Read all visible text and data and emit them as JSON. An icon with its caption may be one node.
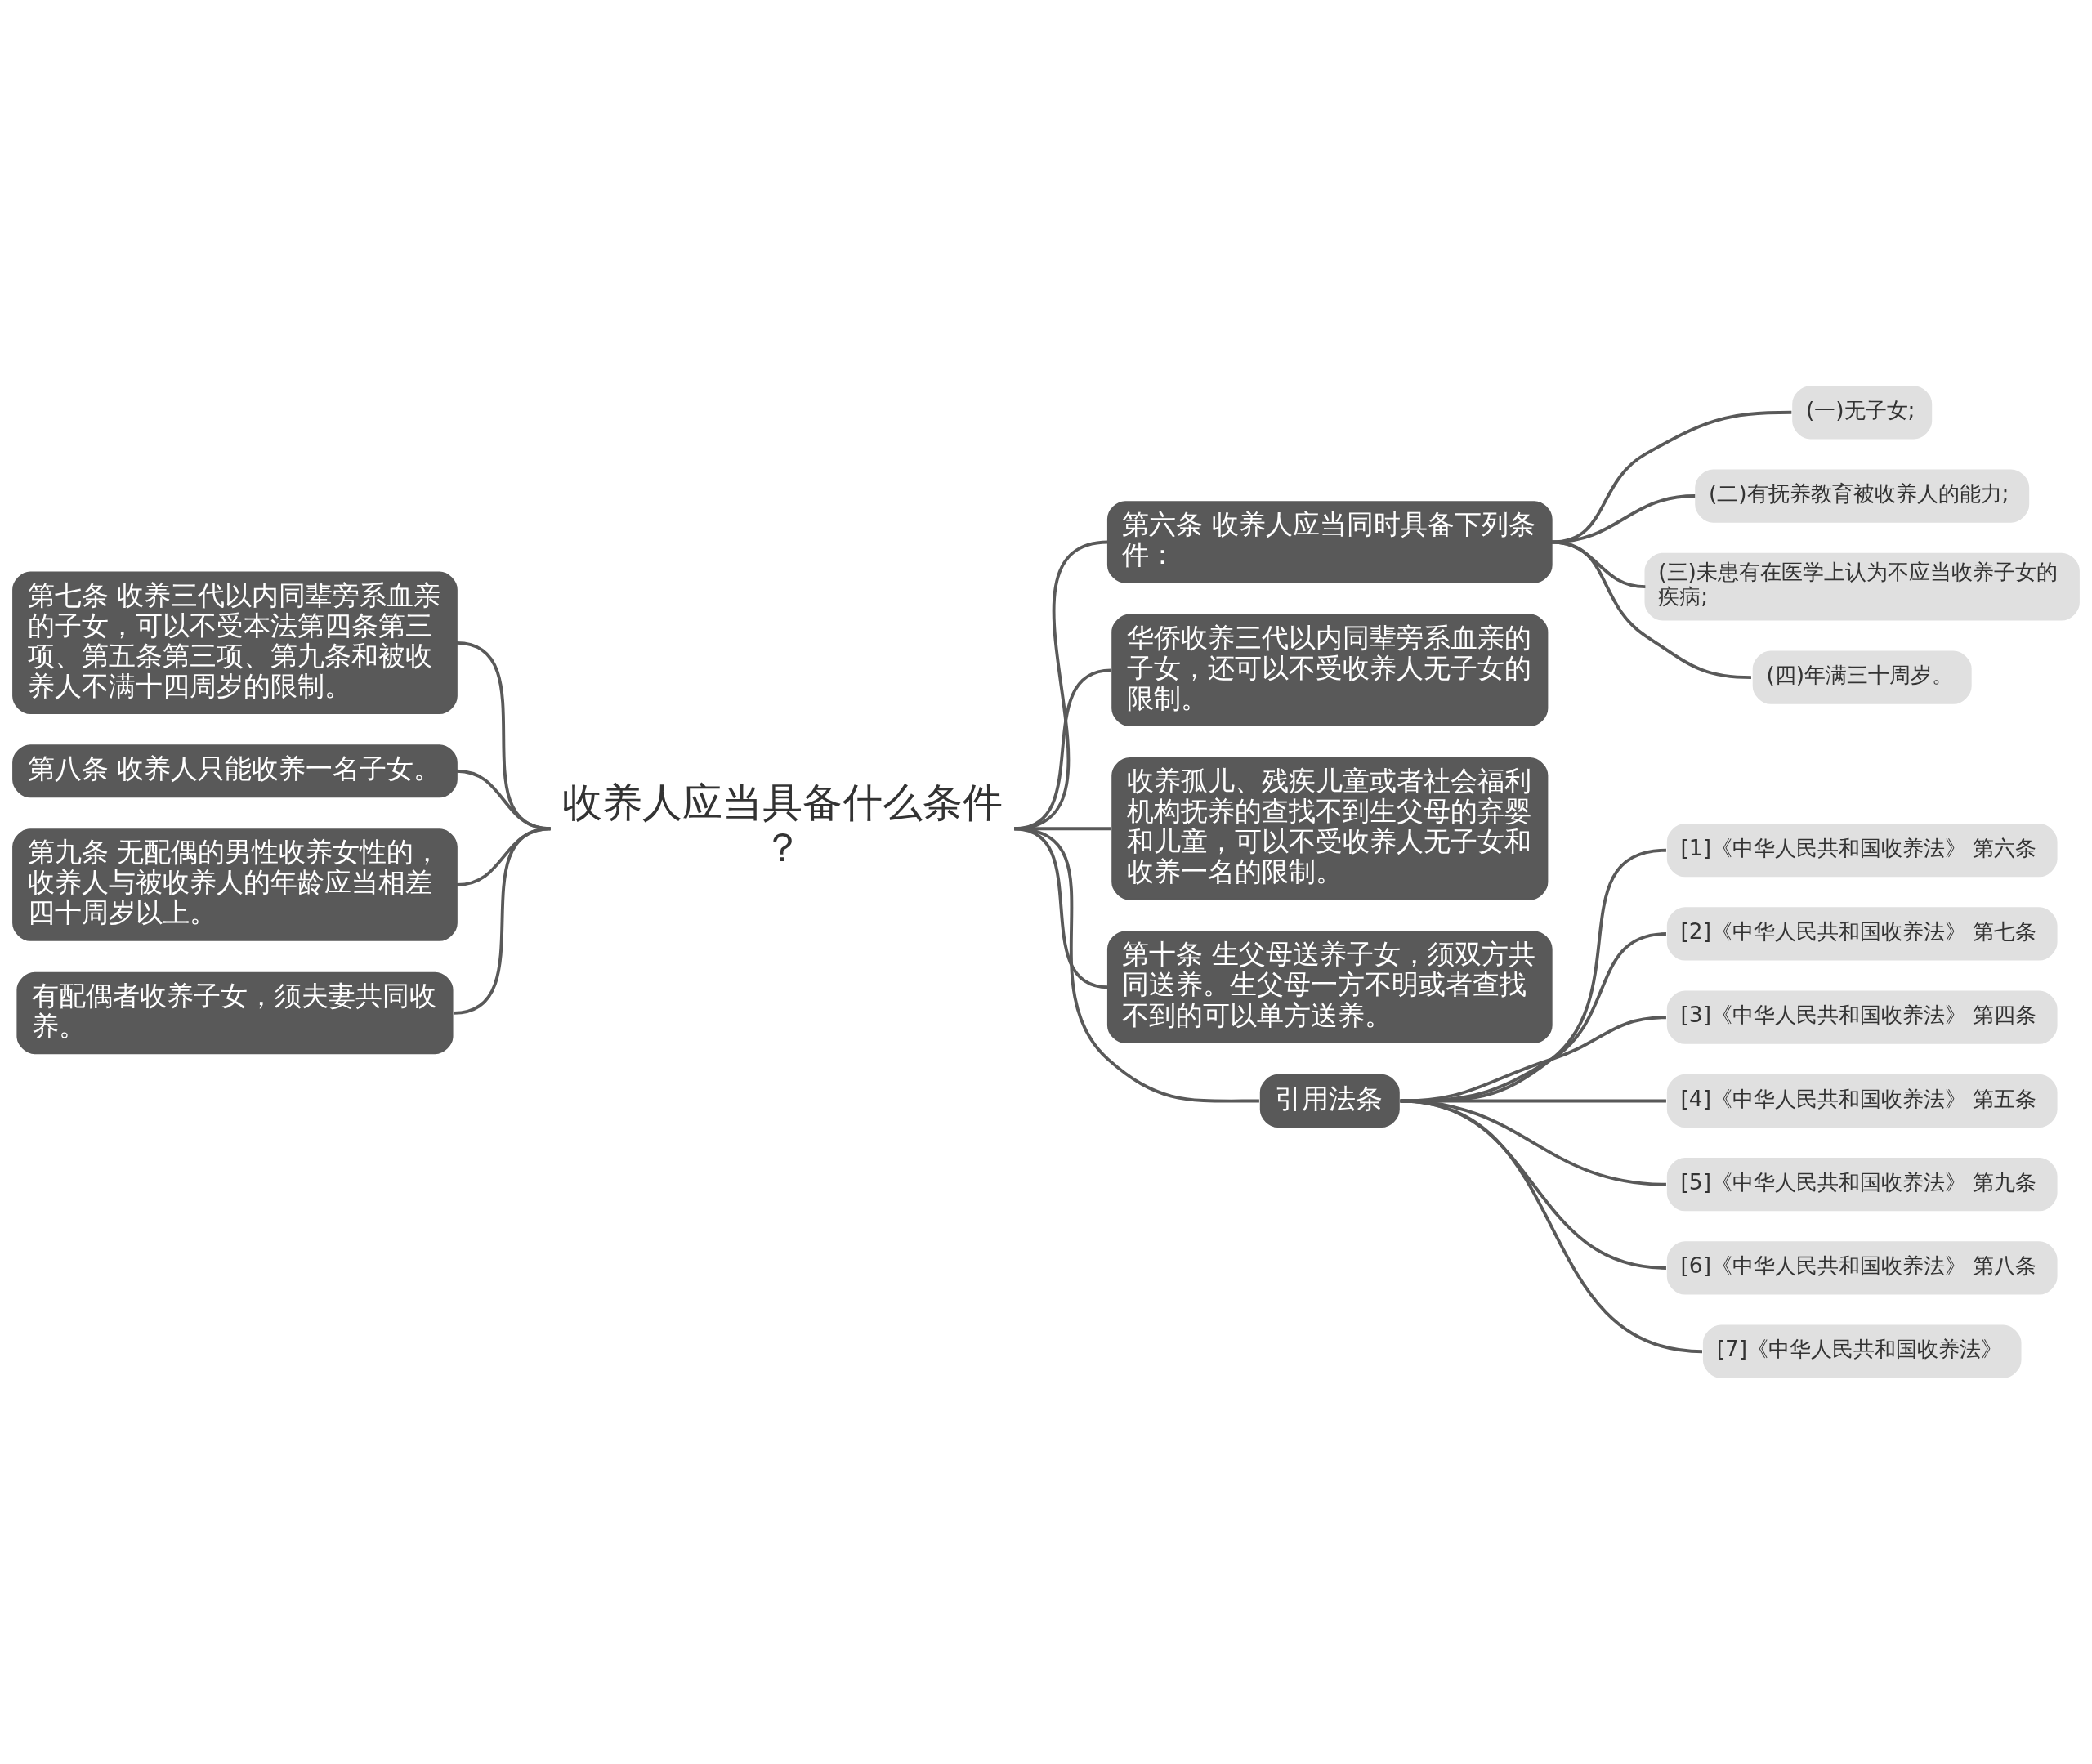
{
  "diagram": {
    "nodes": [
      {
        "text": [
          "收养人应当具备什么条件？"
        ]
      },
      {
        "text": [
          "第七条 收养三代以内同辈旁系血亲的子女，可以不受本法第四条第三项、第五条第三项、第九条和被收养人不满十四周岁的限制。"
        ]
      },
      {
        "text": [
          "第八条 收养人只能收养一名子女。"
        ]
      },
      {
        "text": [
          "第九条 无配偶的男性收养女性的，收养人与被收养人的年龄应当相差四十周岁以上。"
        ]
      },
      {
        "text": [
          "有配偶者收养子女，须夫妻共同收养。"
        ]
      },
      {
        "text": [
          "第六条 收养人应当同时具备下列条件："
        ]
      },
      {
        "text": [
          "(一)无子女;"
        ]
      },
      {
        "text": [
          "(二)有抚养教育被收养人的能力;"
        ]
      },
      {
        "text": [
          "(三)未患有在医学上认为不应当收养子女的疾病;"
        ]
      },
      {
        "text": [
          "(四)年满三十周岁。"
        ]
      },
      {
        "text": [
          "华侨收养三代以内同辈旁系血亲的子女，还可以不受收养人无子女的限制。"
        ]
      },
      {
        "text": [
          "收养孤儿、残疾儿童或者社会福利机构抚养的查找不到生父母的弃婴和儿童，可以不受收养人无子女和收养一名的限制。"
        ]
      },
      {
        "text": [
          "第十条 生父母送养子女，须双方共同送养。生父母一方不明或者查找不到的可以单方送养。"
        ]
      },
      {
        "text": [
          "引用法条"
        ]
      },
      {
        "text": [
          "[1]《中华人民共和国收养法》 第六条"
        ]
      },
      {
        "text": [
          "[2]《中华人民共和国收养法》 第七条"
        ]
      },
      {
        "text": [
          "[3]《中华人民共和国收养法》 第四条"
        ]
      },
      {
        "text": [
          "[4]《中华人民共和国收养法》 第五条"
        ]
      },
      {
        "text": [
          "[5]《中华人民共和国收养法》 第九条"
        ]
      },
      {
        "text": [
          "[6]《中华人民共和国收养法》 第八条"
        ]
      },
      {
        "text": [
          "[7]《中华人民共和国收养法》"
        ]
      }
    ],
    "edges": [
      {
        "from": 1,
        "to": 0,
        "arrow": "none"
      },
      {
        "from": 2,
        "to": 0,
        "arrow": "none"
      },
      {
        "from": 3,
        "to": 0,
        "arrow": "none"
      },
      {
        "from": 4,
        "to": 0,
        "arrow": "none"
      },
      {
        "from": 0,
        "to": 5,
        "arrow": "none"
      },
      {
        "from": 5,
        "to": 6,
        "arrow": "none"
      },
      {
        "from": 5,
        "to": 7,
        "arrow": "none"
      },
      {
        "from": 5,
        "to": 8,
        "arrow": "none"
      },
      {
        "from": 5,
        "to": 9,
        "arrow": "none"
      },
      {
        "from": 0,
        "to": 10,
        "arrow": "none"
      },
      {
        "from": 0,
        "to": 11,
        "arrow": "none"
      },
      {
        "from": 0,
        "to": 12,
        "arrow": "none"
      },
      {
        "from": 0,
        "to": 13,
        "arrow": "none"
      },
      {
        "from": 13,
        "to": 14,
        "arrow": "none"
      },
      {
        "from": 13,
        "to": 15,
        "arrow": "none"
      },
      {
        "from": 13,
        "to": 16,
        "arrow": "none"
      },
      {
        "from": 13,
        "to": 17,
        "arrow": "none"
      },
      {
        "from": 13,
        "to": 18,
        "arrow": "none"
      },
      {
        "from": 13,
        "to": 19,
        "arrow": "none"
      },
      {
        "from": 13,
        "to": 20,
        "arrow": "none"
      }
    ]
  }
}
